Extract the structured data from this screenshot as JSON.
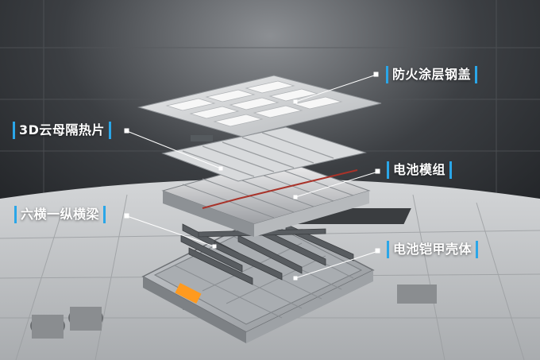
{
  "labels": {
    "steel_cover": "防火涂层钢盖",
    "mica_sheet": "3D云母隔热片",
    "battery_module": "电池模组",
    "beams": "六横一纵横梁",
    "armor_shell": "电池铠甲壳体"
  },
  "colors": {
    "accent": "#2aa6e8",
    "label_text": "#ffffff",
    "connector": "#ff9a1f"
  }
}
